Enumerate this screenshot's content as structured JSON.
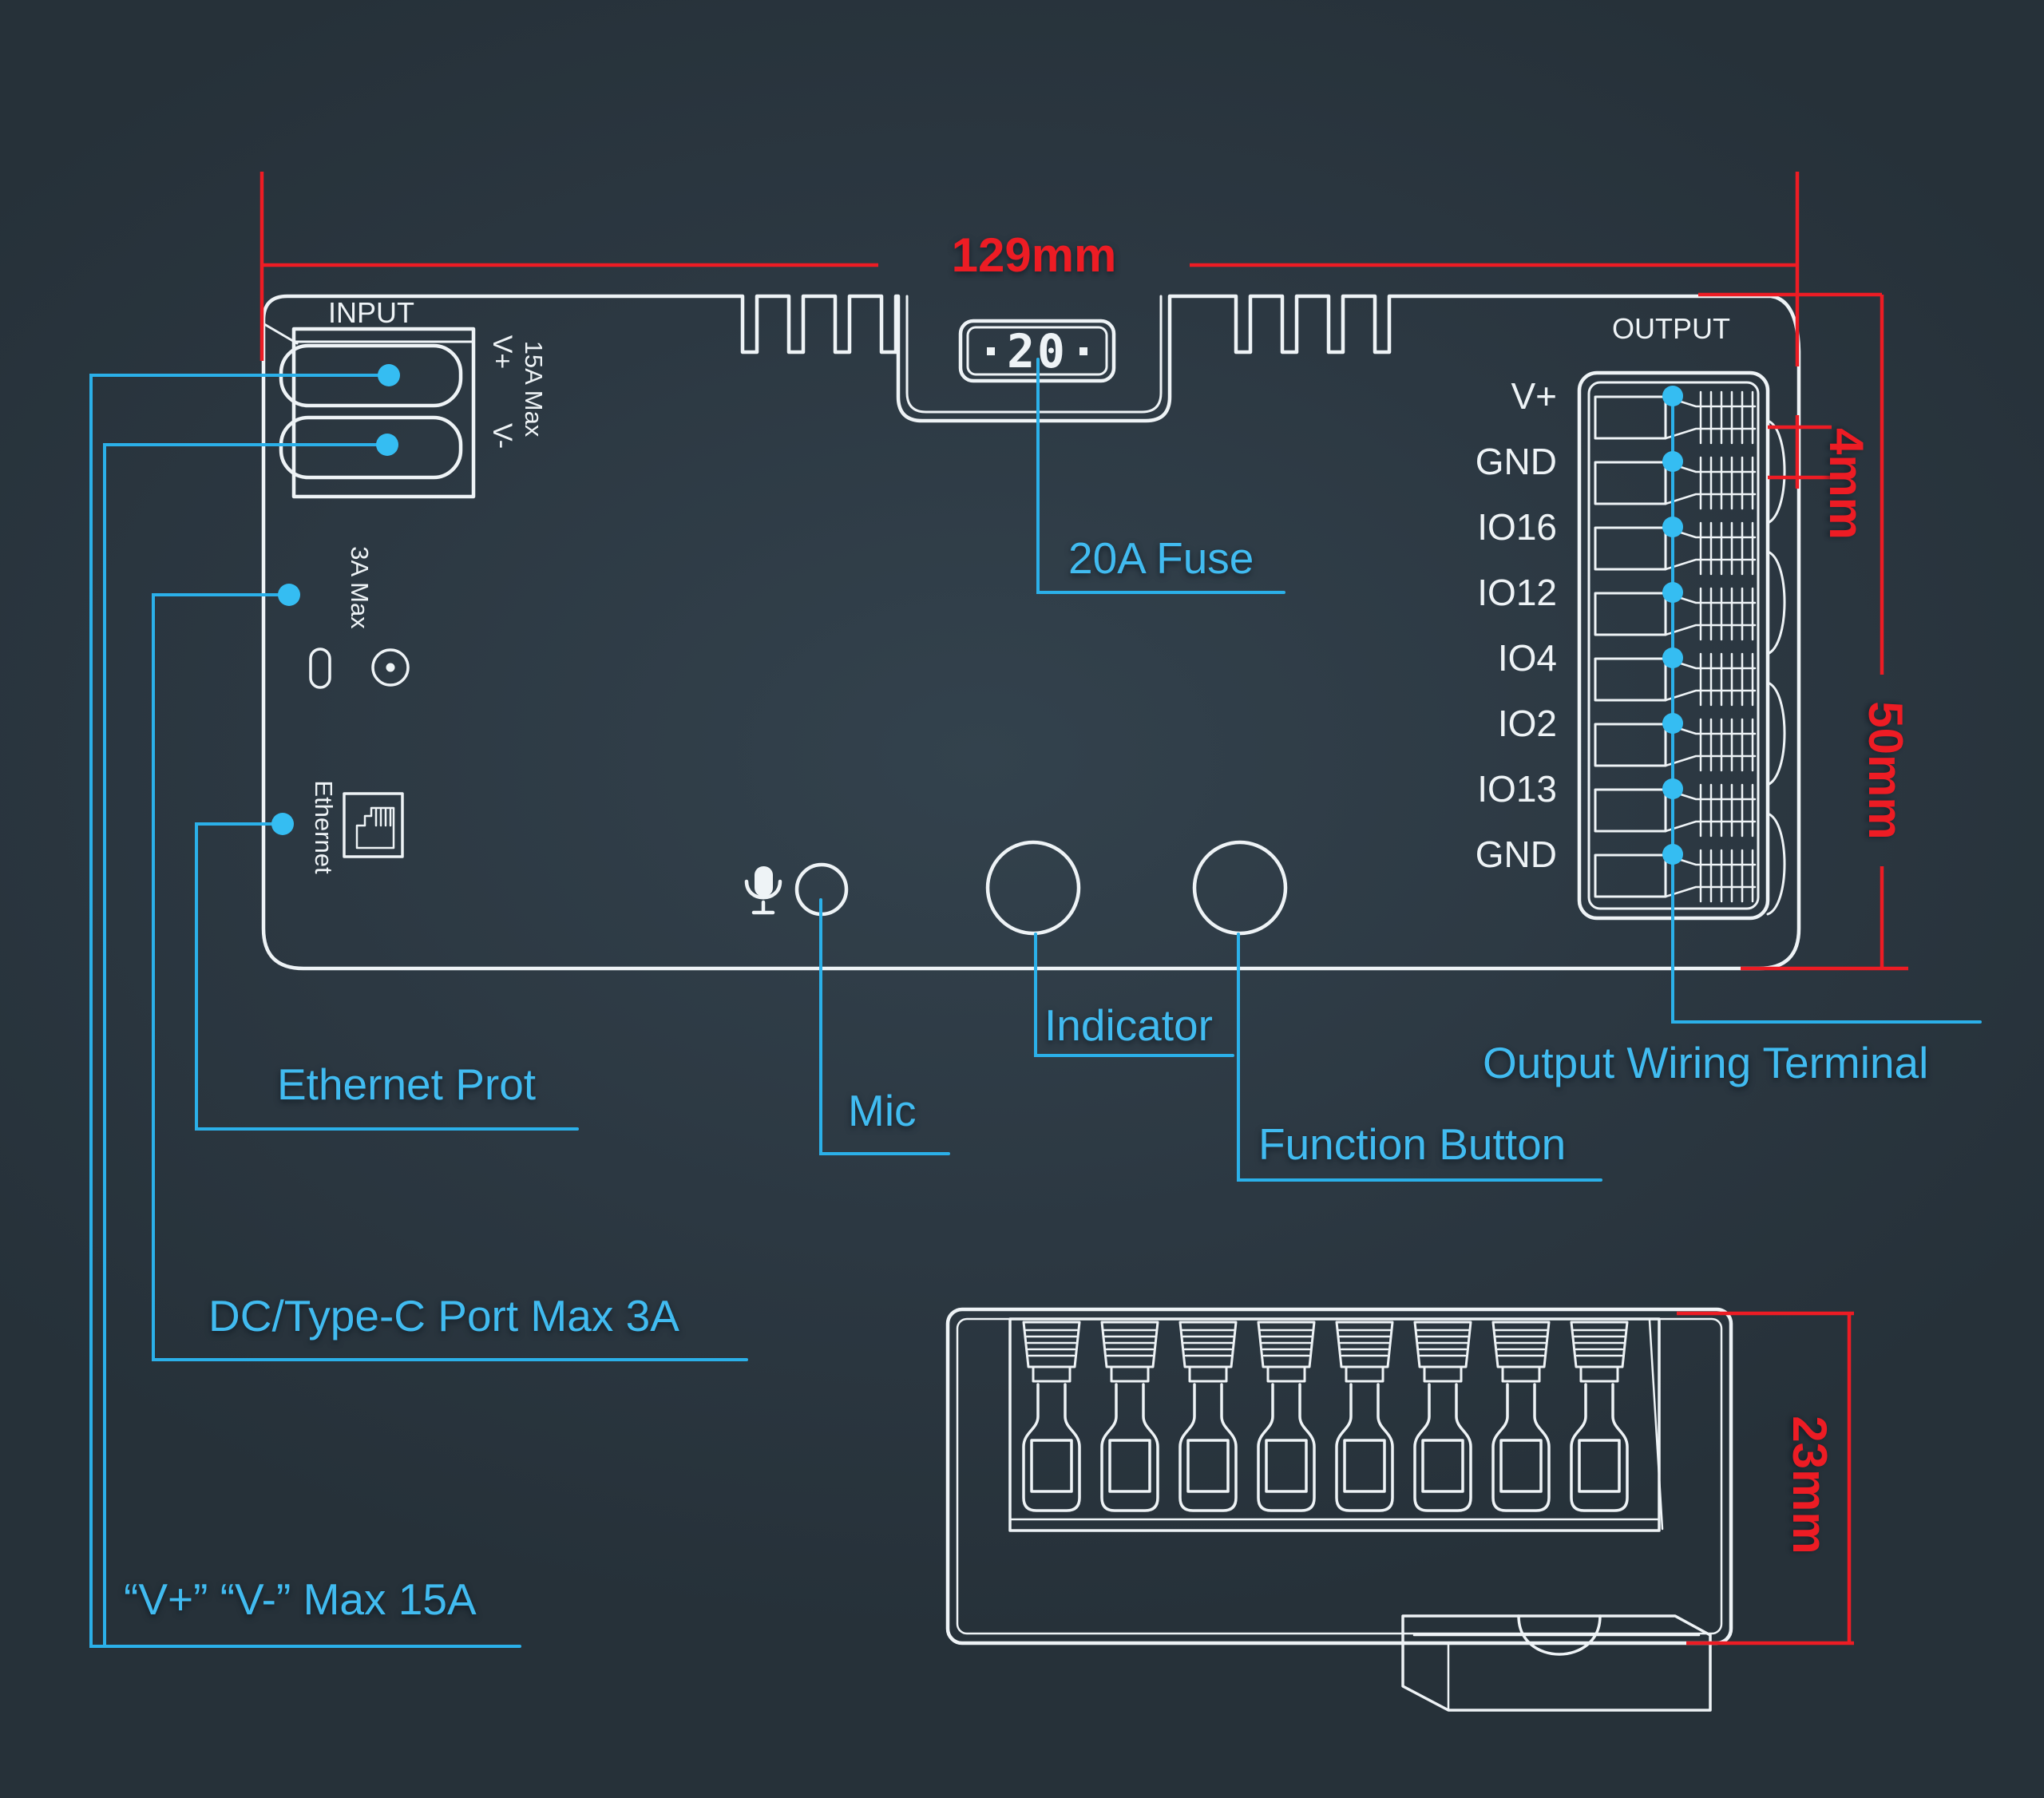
{
  "palette": {
    "background": "#2c3842",
    "line_white": "#eef3f6",
    "accent_blue": "#2bb0e9",
    "accent_red": "#ed1c24"
  },
  "top_view": {
    "input_label": "INPUT",
    "output_label": "OUTPUT",
    "input_terminal_pos": "V+",
    "input_terminal_neg": "V-",
    "input_rating": "15A Max",
    "dc_rating": "3A Max",
    "ethernet_port_label": "Ethernet",
    "fuse_value": "20",
    "output_ports": [
      "V+",
      "GND",
      "IO16",
      "IO12",
      "IO4",
      "IO2",
      "IO13",
      "GND"
    ]
  },
  "annotations": {
    "fuse": "20A Fuse",
    "ethernet": "Ethernet Prot",
    "dc_port": "DC/Type-C Port Max 3A",
    "input_power": "“V+” “V-” Max 15A",
    "mic": "Mic",
    "indicator": "Indicator",
    "function_button": "Function Button",
    "output_terminal": "Output Wiring Terminal"
  },
  "dimensions": {
    "width": "129mm",
    "pitch": "4mm",
    "height": "50mm",
    "depth": "23mm"
  }
}
